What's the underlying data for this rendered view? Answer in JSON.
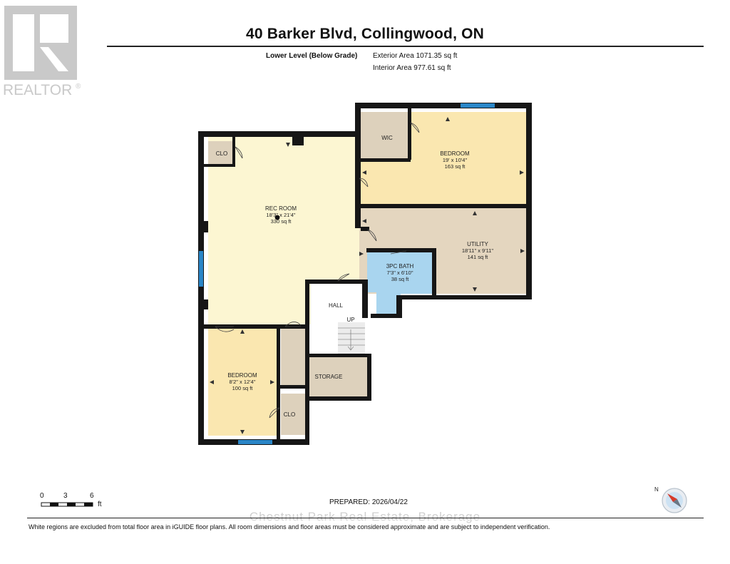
{
  "logo": {
    "text": "REALTOR",
    "mark": "®",
    "color": "#c9c9c9"
  },
  "title": "40 Barker Blvd, Collingwood, ON",
  "level_label": "Lower Level (Below Grade)",
  "exterior_area": "Exterior Area 1071.35 sq ft",
  "interior_area": "Interior Area 977.61 sq ft",
  "rooms": {
    "rec_room": {
      "name": "REC ROOM",
      "dims": "18'3\" x 21'4\"",
      "area": "330 sq ft"
    },
    "bedroom_ne": {
      "name": "BEDROOM",
      "dims": "19' x 10'4\"",
      "area": "163 sq ft"
    },
    "utility": {
      "name": "UTILITY",
      "dims": "18'11\" x 9'11\"",
      "area": "141 sq ft"
    },
    "bath": {
      "name": "3PC BATH",
      "dims": "7'3\" x 6'10\"",
      "area": "38 sq ft"
    },
    "bedroom_sw": {
      "name": "BEDROOM",
      "dims": "8'2\" x 12'4\"",
      "area": "100 sq ft"
    },
    "hall": {
      "name": "HALL"
    },
    "up": {
      "name": "UP"
    },
    "storage": {
      "name": "STORAGE"
    },
    "wic": {
      "name": "WIC"
    },
    "clo_nw": {
      "name": "CLO"
    },
    "clo_sw": {
      "name": "CLO"
    }
  },
  "scale": {
    "labels": [
      "0",
      "3",
      "6"
    ],
    "unit": "ft"
  },
  "prepared": "PREPARED: 2026/04/22",
  "watermark": "Chestnut Park Real Estate, Brokerage",
  "disclaimer": "White regions are excluded from total floor area in iGUIDE floor plans. All room dimensions and floor areas must be considered approximate and are subject to independent verification.",
  "compass": {
    "label": "N"
  },
  "colors": {
    "bedroom": "#fae7b0",
    "rec_room": "#fcf6d2",
    "utility": "#e4d6bf",
    "closet": "#ddd1bc",
    "bath": "#a9d5ef",
    "window": "#2a86c7",
    "wall": "#161616"
  }
}
